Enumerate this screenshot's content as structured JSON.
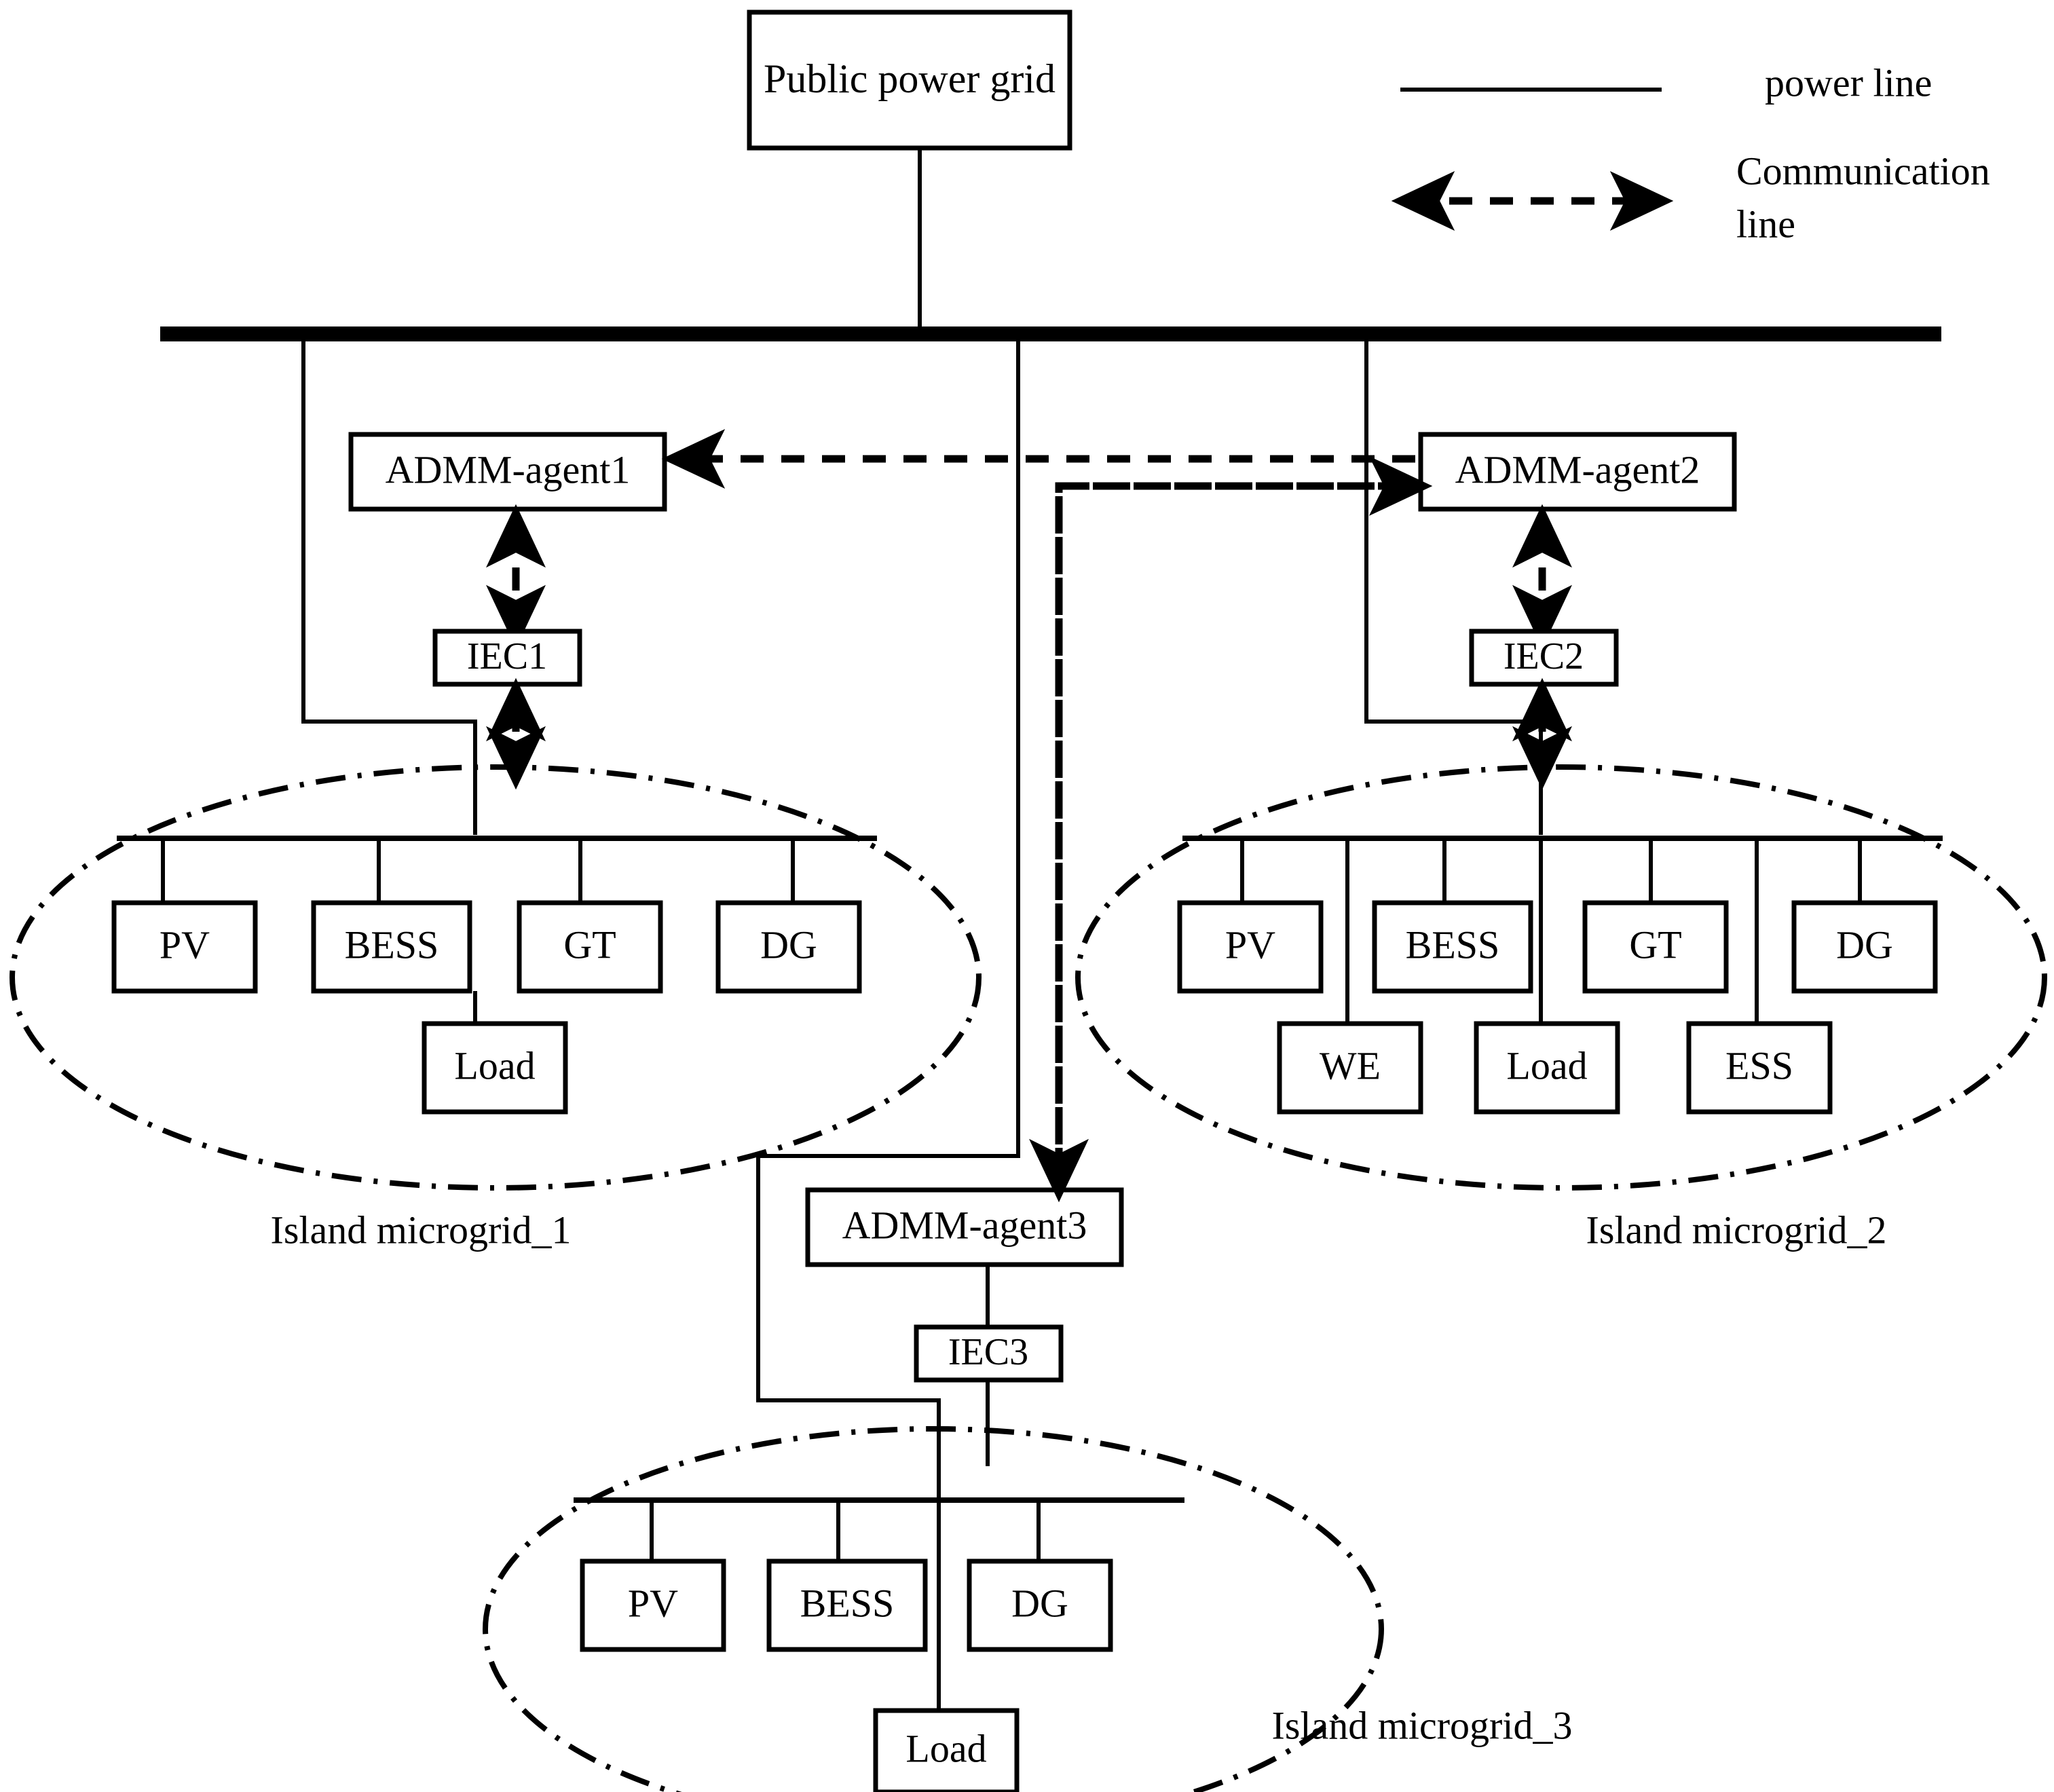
{
  "diagram": {
    "title_box": {
      "label": "Public power grid"
    },
    "legend": {
      "power_line_label": "power line",
      "communication_line_label": "Communication line",
      "communication_line_label_line1": "Communication",
      "communication_line_label_line2": "line"
    },
    "agents": [
      {
        "id": "agent1",
        "label": "ADMM-agent1"
      },
      {
        "id": "agent2",
        "label": "ADMM-agent2"
      },
      {
        "id": "agent3",
        "label": "ADMM-agent3"
      }
    ],
    "iec_controllers": [
      {
        "id": "iec1",
        "label": "IEC1"
      },
      {
        "id": "iec2",
        "label": "IEC2"
      },
      {
        "id": "iec3",
        "label": "IEC3"
      }
    ],
    "microgrids": [
      {
        "id": "microgrid1",
        "caption": "Island microgrid_1",
        "units_top": [
          "PV",
          "BESS",
          "GT",
          "DG"
        ],
        "units_bottom": [
          "Load"
        ]
      },
      {
        "id": "microgrid2",
        "caption": "Island microgrid_2",
        "units_top": [
          "PV",
          "BESS",
          "GT",
          "DG"
        ],
        "units_bottom": [
          "WE",
          "Load",
          "ESS"
        ]
      },
      {
        "id": "microgrid3",
        "caption": "Island microgrid_3",
        "units_top": [
          "PV",
          "BESS",
          "DG"
        ],
        "units_bottom": [
          "Load"
        ]
      }
    ],
    "colors": {
      "stroke": "#000000",
      "background": "#ffffff"
    }
  }
}
